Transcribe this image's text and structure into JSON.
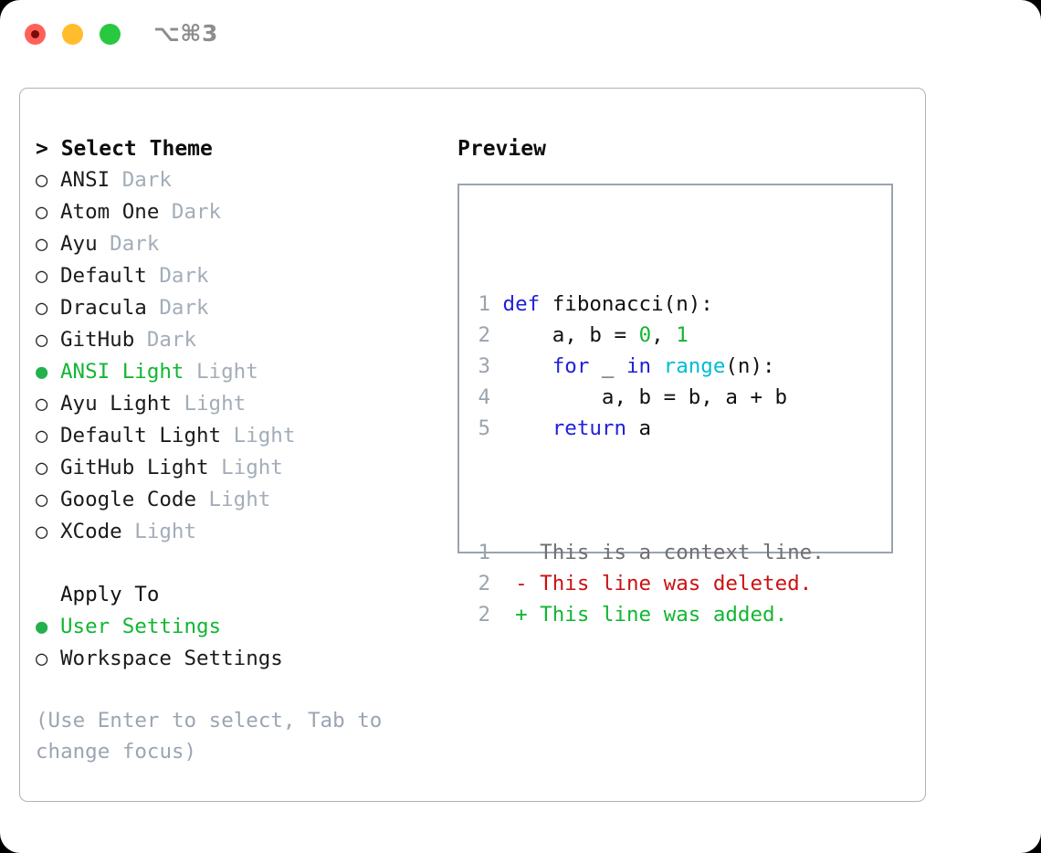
{
  "titlebar": {
    "shortcut": "⌥⌘3",
    "dots": [
      {
        "name": "close-button",
        "color": "#ff6159"
      },
      {
        "name": "minimize-button",
        "color": "#ffbd2e"
      },
      {
        "name": "maximize-button",
        "color": "#28c840"
      }
    ]
  },
  "theme_panel": {
    "heading": "> Select Theme",
    "markers": {
      "selected": "●",
      "unselected": "○"
    },
    "items": [
      {
        "marker": "○",
        "name": "ANSI",
        "category": "Dark",
        "selected": false
      },
      {
        "marker": "○",
        "name": "Atom One",
        "category": "Dark",
        "selected": false
      },
      {
        "marker": "○",
        "name": "Ayu",
        "category": "Dark",
        "selected": false
      },
      {
        "marker": "○",
        "name": "Default",
        "category": "Dark",
        "selected": false
      },
      {
        "marker": "○",
        "name": "Dracula",
        "category": "Dark",
        "selected": false
      },
      {
        "marker": "○",
        "name": "GitHub",
        "category": "Dark",
        "selected": false
      },
      {
        "marker": "●",
        "name": "ANSI Light",
        "category": "Light",
        "selected": true
      },
      {
        "marker": "○",
        "name": "Ayu Light",
        "category": "Light",
        "selected": false
      },
      {
        "marker": "○",
        "name": "Default Light",
        "category": "Light",
        "selected": false
      },
      {
        "marker": "○",
        "name": "GitHub Light",
        "category": "Light",
        "selected": false
      },
      {
        "marker": "○",
        "name": "Google Code",
        "category": "Light",
        "selected": false
      },
      {
        "marker": "○",
        "name": "XCode",
        "category": "Light",
        "selected": false
      }
    ]
  },
  "apply_to": {
    "heading": "Apply To",
    "items": [
      {
        "marker": "●",
        "name": "User Settings",
        "selected": true
      },
      {
        "marker": "○",
        "name": "Workspace Settings",
        "selected": false
      }
    ]
  },
  "hint": "(Use Enter to select, Tab to change focus)",
  "preview": {
    "title": "Preview",
    "code_lines": [
      {
        "no": "1",
        "tokens": [
          {
            "t": "def ",
            "k": "kw"
          },
          {
            "t": "fibonacci",
            "k": "fn"
          },
          {
            "t": "(n):",
            "k": "plain"
          }
        ]
      },
      {
        "no": "2",
        "tokens": [
          {
            "t": "    a, b = ",
            "k": "plain"
          },
          {
            "t": "0",
            "k": "num"
          },
          {
            "t": ", ",
            "k": "plain"
          },
          {
            "t": "1",
            "k": "num"
          }
        ]
      },
      {
        "no": "3",
        "tokens": [
          {
            "t": "    ",
            "k": "plain"
          },
          {
            "t": "for",
            "k": "kw"
          },
          {
            "t": " _ ",
            "k": "plain"
          },
          {
            "t": "in",
            "k": "kw"
          },
          {
            "t": " ",
            "k": "plain"
          },
          {
            "t": "range",
            "k": "builtin"
          },
          {
            "t": "(n):",
            "k": "plain"
          }
        ]
      },
      {
        "no": "4",
        "tokens": [
          {
            "t": "        a, b = b, a + b",
            "k": "plain"
          }
        ]
      },
      {
        "no": "5",
        "tokens": [
          {
            "t": "    ",
            "k": "plain"
          },
          {
            "t": "return",
            "k": "kw"
          },
          {
            "t": " a",
            "k": "plain"
          }
        ]
      }
    ],
    "diff_lines": [
      {
        "no": "1",
        "marker": " ",
        "text": " This is a context line.",
        "kind": "ctx"
      },
      {
        "no": "2",
        "marker": "-",
        "text": " This line was deleted.",
        "kind": "del"
      },
      {
        "no": "2",
        "marker": "+",
        "text": " This line was added.",
        "kind": "add"
      }
    ]
  },
  "colors": {
    "selected_green": "#12b632",
    "keyword_blue": "#2020dd",
    "builtin_cyan": "#00bcd4",
    "diff_red": "#cc1111",
    "muted_gray": "#a3adb9"
  }
}
